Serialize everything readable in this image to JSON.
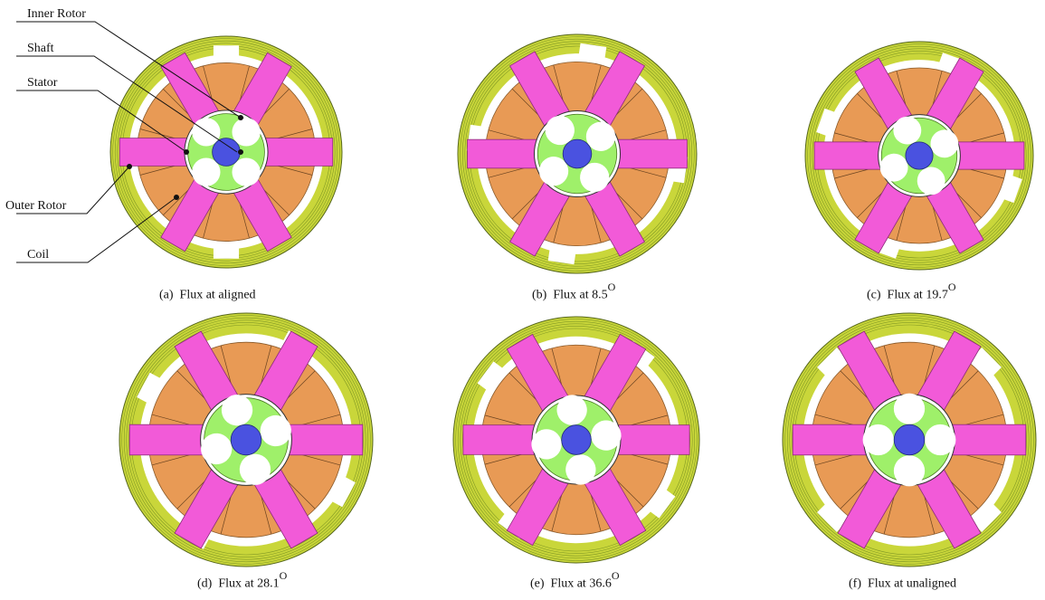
{
  "colors": {
    "rotor": "#c9d63a",
    "flux_line": "#6f8a1f",
    "stator": "#e89a55",
    "coil": "#f25ad8",
    "shaft": "#4a52e0",
    "inner_rotor": "#9ff06a",
    "gap": "#ffffff"
  },
  "labels": {
    "inner_rotor": "Inner Rotor",
    "shaft": "Shaft",
    "stator": "Stator",
    "outer_rotor": "Outer Rotor",
    "coil": "Coil"
  },
  "panels": [
    {
      "prefix": "(a)",
      "text": "Flux at aligned",
      "sup": ""
    },
    {
      "prefix": "(b)",
      "text": "Flux at 8.5",
      "sup": "O"
    },
    {
      "prefix": "(c)",
      "text": "Flux at 19.7",
      "sup": "O"
    },
    {
      "prefix": "(d)",
      "text": "Flux at 28.1",
      "sup": "O"
    },
    {
      "prefix": "(e)",
      "text": "Flux at 36.6",
      "sup": "O"
    },
    {
      "prefix": "(f)",
      "text": "Flux at unaligned",
      "sup": ""
    }
  ]
}
